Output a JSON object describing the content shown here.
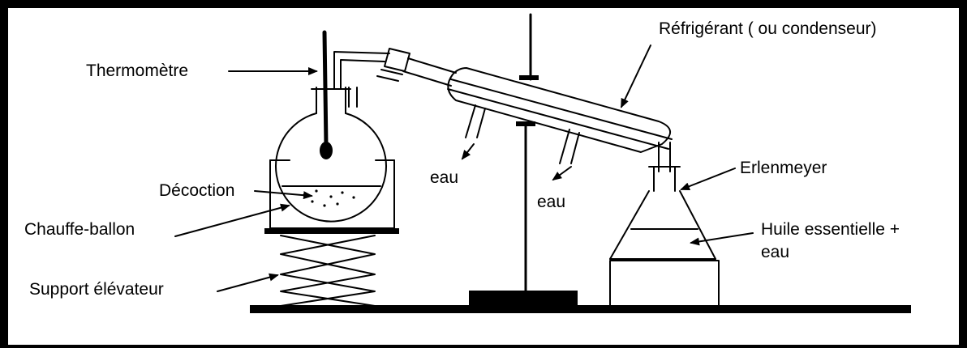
{
  "labels": {
    "thermometre": "Thermomètre",
    "refrigerant": "Réfrigérant ( ou condenseur)",
    "decoction": "Décoction",
    "chauffe_ballon": "Chauffe-ballon",
    "support": "Support élévateur",
    "eau_1": "eau",
    "eau_2": "eau",
    "erlenmeyer": "Erlenmeyer",
    "huile_line1": "Huile essentielle +",
    "huile_line2": "eau"
  }
}
